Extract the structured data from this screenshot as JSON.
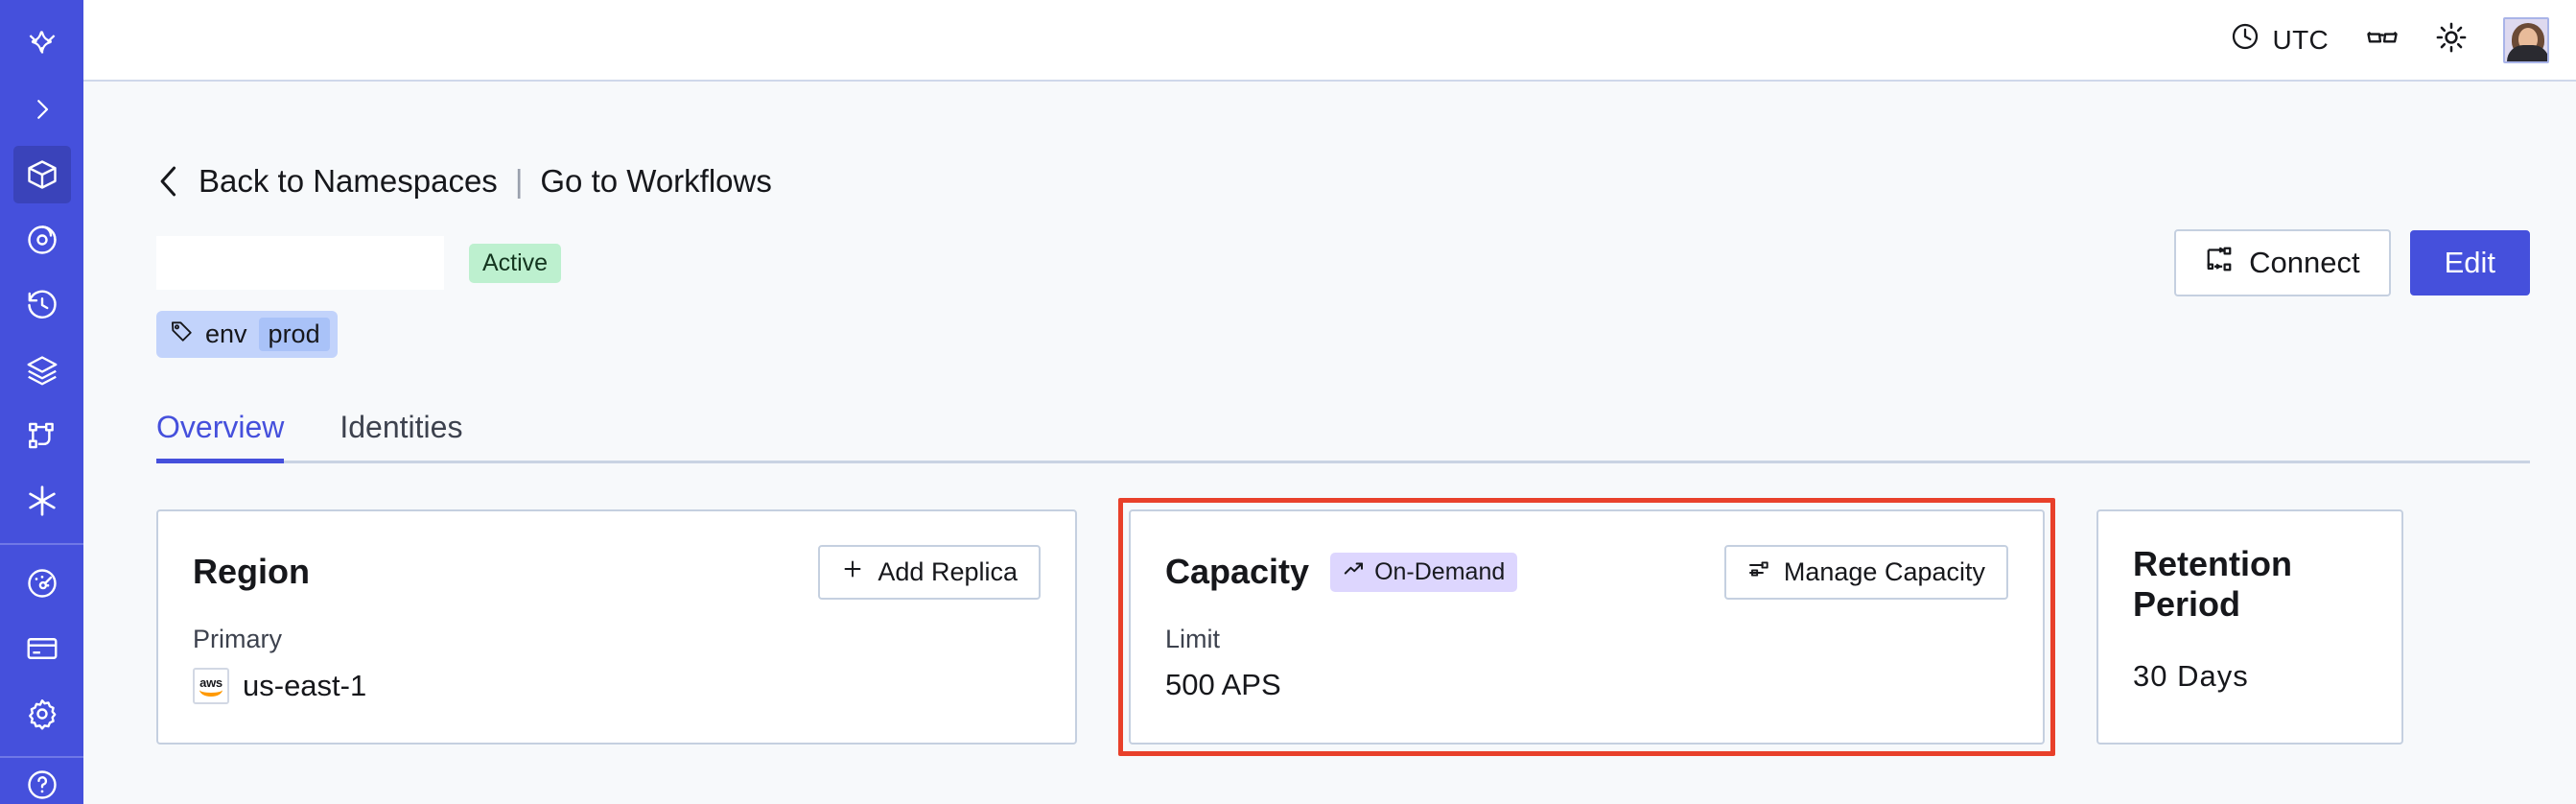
{
  "sidebar": {
    "items": [
      {
        "name": "brand-logo",
        "icon": "temporal-logo-icon",
        "active": false
      },
      {
        "name": "expand-rail",
        "icon": "chevron-right-icon",
        "active": false
      },
      {
        "name": "namespaces",
        "icon": "cube-icon",
        "active": true
      },
      {
        "name": "observability",
        "icon": "eye-spiral-icon",
        "active": false
      },
      {
        "name": "history",
        "icon": "clock-rewind-icon",
        "active": false
      },
      {
        "name": "layers",
        "icon": "layers-icon",
        "active": false
      },
      {
        "name": "workflows",
        "icon": "git-branch-icon",
        "active": false
      },
      {
        "name": "integrations",
        "icon": "asterisk-icon",
        "active": false
      }
    ],
    "items_lower": [
      {
        "name": "usage",
        "icon": "gauge-icon",
        "active": false
      },
      {
        "name": "billing",
        "icon": "credit-card-icon",
        "active": false
      },
      {
        "name": "settings",
        "icon": "gear-icon",
        "active": false
      }
    ],
    "accent_color": "#4550dc",
    "active_color": "#3a43ba"
  },
  "topbar": {
    "timezone_label": "UTC",
    "timezone_icon": "clock-icon",
    "docs_icon": "glasses-icon",
    "theme_icon": "sun-icon",
    "avatar_icon": "user-avatar"
  },
  "breadcrumb": {
    "back_icon": "chevron-left-icon",
    "back_label": "Back to Namespaces",
    "separator": "|",
    "forward_label": "Go to Workflows"
  },
  "namespace": {
    "title": "",
    "status": "Active",
    "tag": {
      "icon": "tag-icon",
      "key": "env",
      "value": "prod"
    }
  },
  "header_actions": {
    "connect_label": "Connect",
    "connect_icon": "connect-icon",
    "edit_label": "Edit"
  },
  "tabs": [
    {
      "label": "Overview",
      "active": true
    },
    {
      "label": "Identities",
      "active": false
    }
  ],
  "cards": {
    "region": {
      "title": "Region",
      "action_label": "Add Replica",
      "action_icon": "plus-icon",
      "field_label": "Primary",
      "provider_icon": "aws-logo",
      "provider_text": "aws",
      "value": "us-east-1"
    },
    "capacity": {
      "title": "Capacity",
      "badge_label": "On-Demand",
      "badge_icon": "trending-up-icon",
      "action_label": "Manage Capacity",
      "action_icon": "sliders-icon",
      "field_label": "Limit",
      "value": "500 APS",
      "highlight_color": "#e8402a"
    },
    "retention": {
      "title": "Retention Period",
      "value": "30 Days"
    }
  },
  "colors": {
    "brand": "#4550dc",
    "page_bg": "#f7f9fb",
    "card_border": "#c5d0e0",
    "status_green": "#bdf0cf",
    "badge_purple": "#ddd6fe",
    "tag_blue": "#c2d3fb",
    "annotation_red": "#e8402a"
  }
}
